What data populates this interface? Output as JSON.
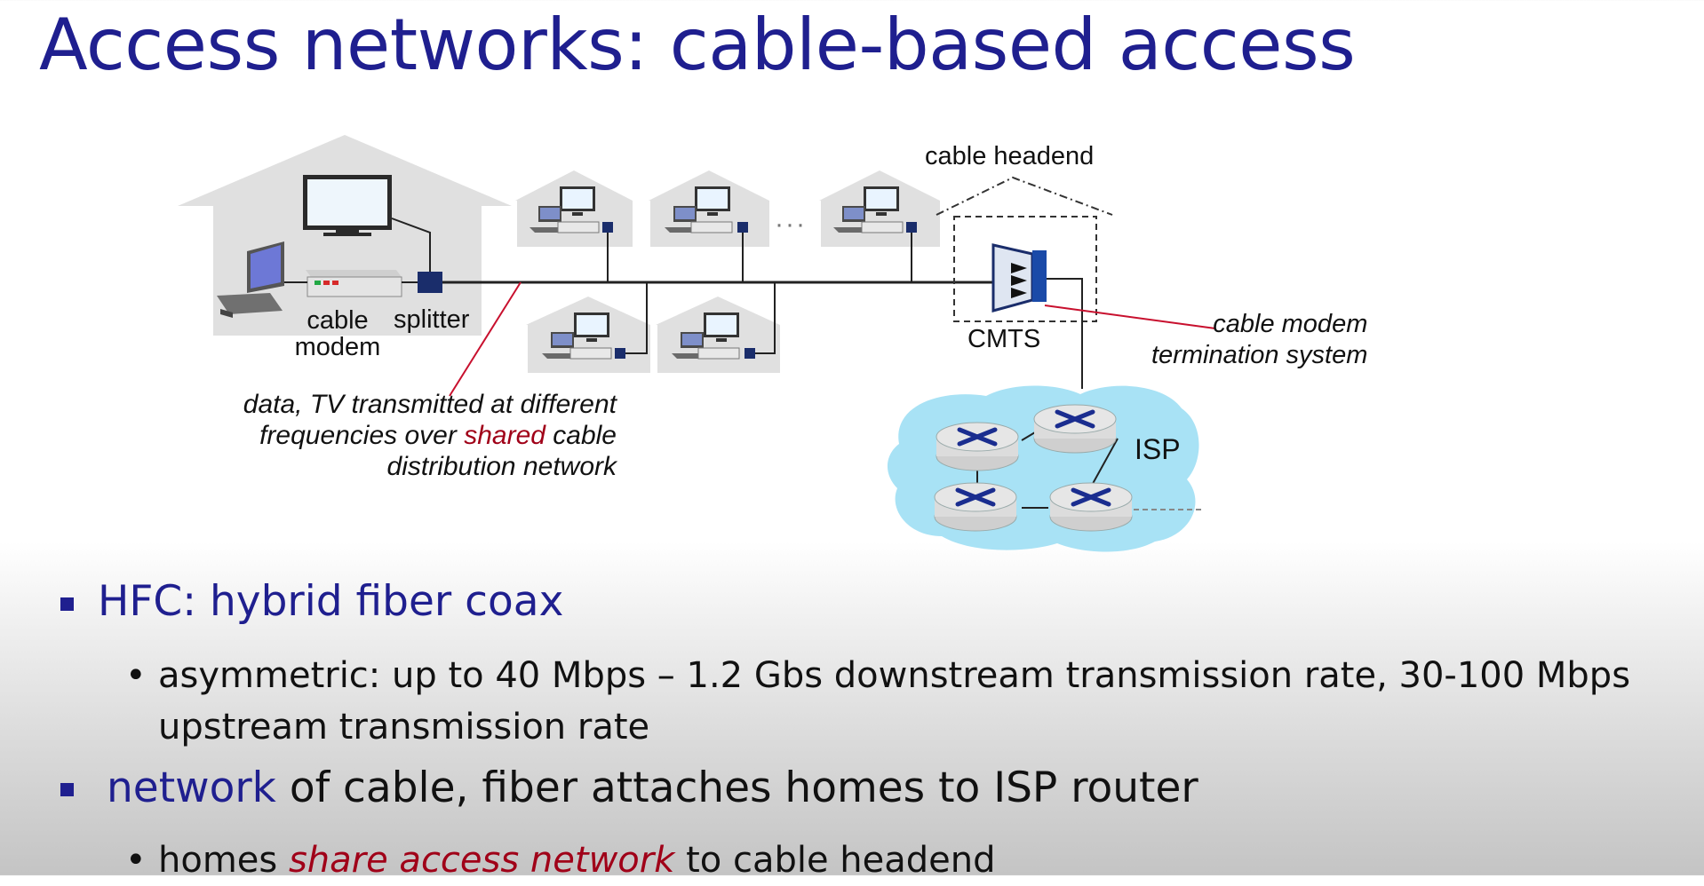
{
  "title": "Access networks: cable-based access",
  "diagram": {
    "labels": {
      "cable_modem": "cable\nmodem",
      "splitter": "splitter",
      "cable_headend": "cable headend",
      "cmts": "CMTS",
      "cmts_desc": "cable modem\ntermination system",
      "isp": "ISP",
      "ellipsis": "···"
    },
    "caption": {
      "line1": "data, TV transmitted at different",
      "line2_before": "frequencies over ",
      "line2_highlight": "shared",
      "line2_after": " cable",
      "line3": "distribution network"
    },
    "colors": {
      "house": "#e0e0e0",
      "cable": "#222222",
      "device": "#1a2d6b",
      "annotation_line": "#c8102e",
      "isp_cloud": "#a8e2f5"
    }
  },
  "bullets": [
    {
      "text": "HFC: hybrid fiber coax",
      "sub": "asymmetric: up to 40 Mbps – 1.2 Gbs downstream transmission rate, 30-100 Mbps upstream transmission rate"
    },
    {
      "highlight": "network",
      "text": " of cable, fiber attaches homes to ISP router",
      "sub_before": "homes ",
      "sub_highlight": "share access network",
      "sub_after": " to cable headend"
    }
  ]
}
